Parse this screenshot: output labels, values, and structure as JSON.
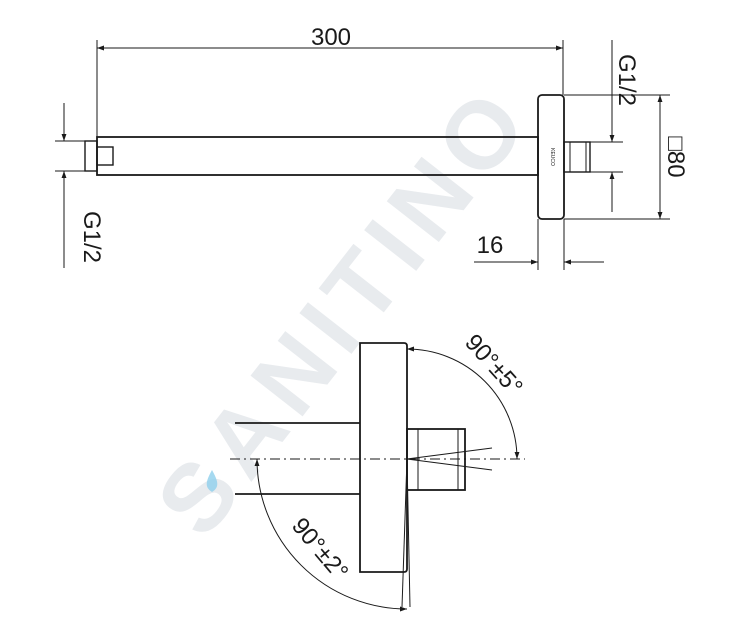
{
  "top_view": {
    "dim_length": "300",
    "dim_thread_left": "G1/2",
    "dim_thread_right": "G1/2",
    "dim_flange_size": "□80",
    "dim_flange_depth": "16",
    "brand_mark": "KEUCO"
  },
  "bottom_view": {
    "angle_upper": "90°±5°",
    "angle_lower": "90°±2°"
  },
  "watermark": {
    "text": "SANITINO",
    "color": "#d6dbe1",
    "drop_color": "#8fd0ec"
  }
}
